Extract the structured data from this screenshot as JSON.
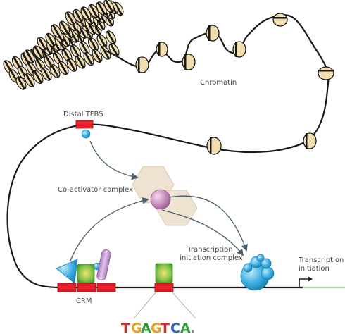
{
  "labels": {
    "chromatin": "Chromatin",
    "distal_tfbs": "Distal TFBS",
    "coactivator_complex": "Co-activator complex",
    "transcription_initiation_complex_line1": "Transcription",
    "transcription_initiation_complex_line2": "initiation complex",
    "transcription_initiation_line1": "Transcription",
    "transcription_initiation_line2": "initiation",
    "crm": "CRM"
  },
  "motif": {
    "letters": [
      "T",
      "G",
      "A",
      "G",
      "T",
      "C",
      "A",
      "."
    ],
    "colors": {
      "T": "#d22b2b",
      "G": "#e6a21a",
      "A": "#2f9e3a",
      "C": "#2b63c9",
      ".": "#888888"
    }
  },
  "colors": {
    "dna": "#1a1a1a",
    "nucleosome_fill": "#f3deb0",
    "nucleosome_band": "#1a1a1a",
    "binding_site": "#e8202a",
    "transcription_factor_blue": "#3aaee0",
    "transcription_factor_green": "#7cc04a",
    "coactivator_hexagon": "#eee2d0",
    "coactivator_sphere": "#c98bbf",
    "arrow": "#4f6470",
    "transcribed_rna": "#9fd6a8"
  }
}
